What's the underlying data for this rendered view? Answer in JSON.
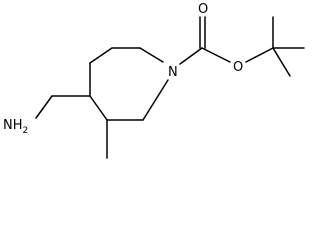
{
  "molecule": {
    "atoms": {
      "carbonyl_oxygen": "O",
      "ester_oxygen": "O",
      "ring_nitrogen": "N",
      "amine": "NH2"
    },
    "amine_parts": {
      "main": "NH",
      "subscript": "2"
    }
  }
}
